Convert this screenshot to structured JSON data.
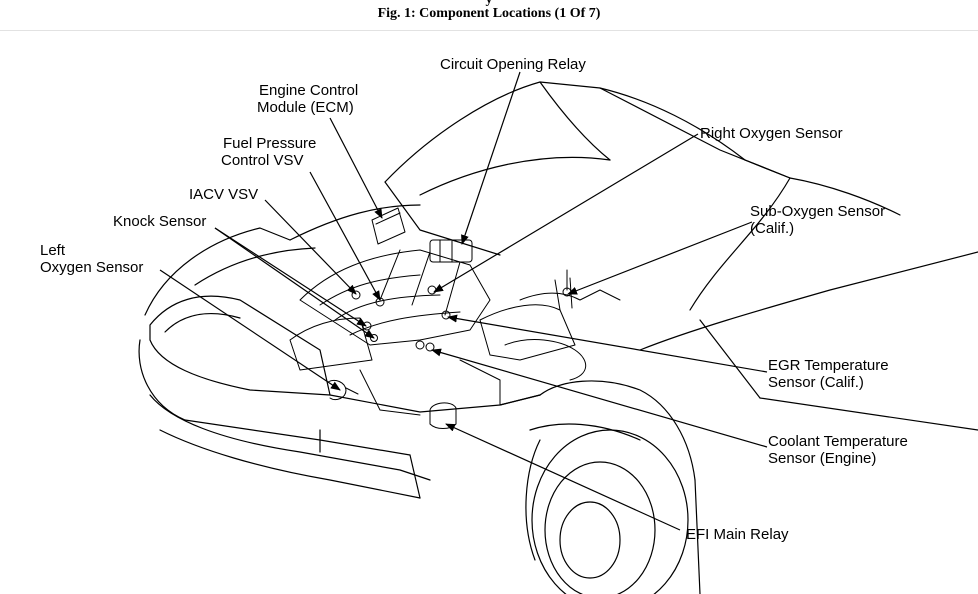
{
  "figure": {
    "top_fragment": "y",
    "title": "Fig. 1: Component Locations (1 Of 7)"
  },
  "labels": {
    "circuit_opening_relay": "Circuit Opening Relay",
    "ecm_line1": "Engine Control",
    "ecm_line2": "Module (ECM)",
    "fuel_vsv_line1": "Fuel Pressure",
    "fuel_vsv_line2": "Control VSV",
    "iacv_vsv": "IACV VSV",
    "knock_sensor": "Knock Sensor",
    "left_o2_line1": "Left",
    "left_o2_line2": "Oxygen Sensor",
    "right_o2": "Right Oxygen Sensor",
    "sub_o2_line1": "Sub-Oxygen Sensor",
    "sub_o2_line2": "(Calif.)",
    "egr_line1": "EGR Temperature",
    "egr_line2": "Sensor (Calif.)",
    "coolant_line1": "Coolant Temperature",
    "coolant_line2": "Sensor (Engine)",
    "efi_main_relay": "EFI Main Relay"
  }
}
